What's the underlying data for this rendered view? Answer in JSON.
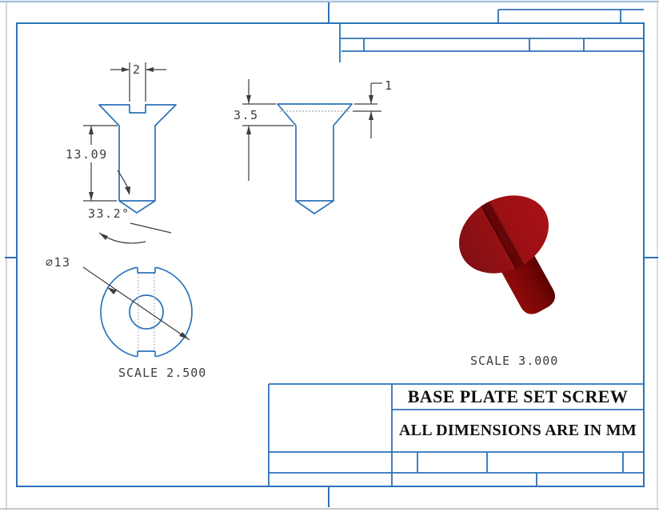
{
  "colors": {
    "drawing_blue": "#2b72b8",
    "dim_gray": "#3d3d3d",
    "screw_red": "#9c1012"
  },
  "front_view": {
    "slot_width": "2",
    "screw_length": "13.09",
    "tip_angle": "33.2°"
  },
  "side_view": {
    "head_height": "3.5",
    "slot_depth": "1"
  },
  "top_view": {
    "head_diameter": "∅13",
    "scale_label": "SCALE 2.500"
  },
  "iso_view": {
    "scale_label": "SCALE 3.000"
  },
  "title_block": {
    "part_title": "BASE PLATE SET SCREW",
    "units_note": "ALL DIMENSIONS ARE IN MM"
  }
}
